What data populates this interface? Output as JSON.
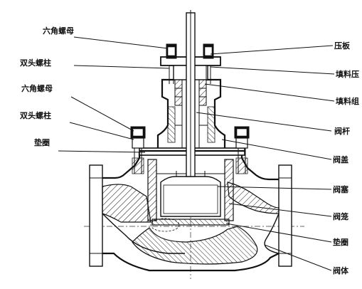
{
  "labels_left": [
    {
      "key": "hex_nut_top",
      "text": "六角螺母"
    },
    {
      "key": "stud_top",
      "text": "双头螺柱"
    },
    {
      "key": "hex_nut_mid",
      "text": "六角螺母"
    },
    {
      "key": "stud_mid",
      "text": "双头螺柱"
    },
    {
      "key": "gasket_left",
      "text": "垫圈"
    }
  ],
  "labels_right": [
    {
      "key": "gland_plate",
      "text": "压板"
    },
    {
      "key": "packing_gland",
      "text": "填料压"
    },
    {
      "key": "packing_set",
      "text": "填料组"
    },
    {
      "key": "valve_stem",
      "text": "阀杆"
    },
    {
      "key": "bonnet",
      "text": "阀盖"
    },
    {
      "key": "plug",
      "text": "阀塞"
    },
    {
      "key": "cage",
      "text": "阀笼"
    },
    {
      "key": "gasket_right",
      "text": "垫圈"
    },
    {
      "key": "body",
      "text": "阀体"
    }
  ]
}
